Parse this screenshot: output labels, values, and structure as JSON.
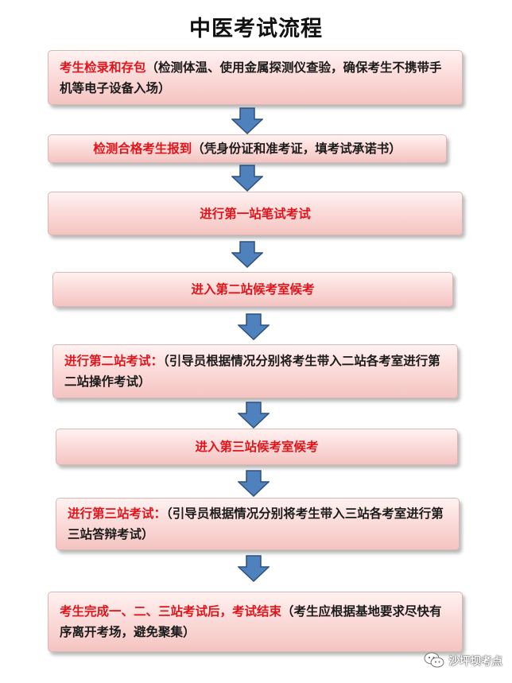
{
  "title": "中医考试流程",
  "steps": [
    {
      "highlight": "考生检录和存包",
      "detail": "（检测体温、使用金属探测仪查验，确保考生不携带手机等电子设备入场）"
    },
    {
      "highlight": "检测合格考生报到",
      "detail": "（凭身份证和准考证，填考试承诺书）"
    },
    {
      "highlight": "进行第一站笔试考试",
      "detail": ""
    },
    {
      "highlight": "进入第二站候考室候考",
      "detail": ""
    },
    {
      "highlight": "进行第二站考试：",
      "detail": "（引导员根据情况分别将考生带入二站各考室进行第二站操作考试）"
    },
    {
      "highlight": "进入第三站候考室候考",
      "detail": ""
    },
    {
      "highlight": "进行第三站考试：",
      "detail": "（引导员根据情况分别将考生带入三站各考室进行第三站答辩考试）"
    },
    {
      "highlight": "考生完成一、二、三站考试后，考试结束",
      "detail": "（考生应根据基地要求尽快有序离开考场，避免聚集）"
    }
  ],
  "watermark": {
    "text": "沙坪坝考点",
    "icon": "wechat-icon"
  },
  "colors": {
    "highlight": "#e0151b",
    "text": "#1a1a1a",
    "arrow_fill": "#4f81bd",
    "arrow_stroke": "#2f4f7f",
    "box_fill": "#fbdcda"
  }
}
